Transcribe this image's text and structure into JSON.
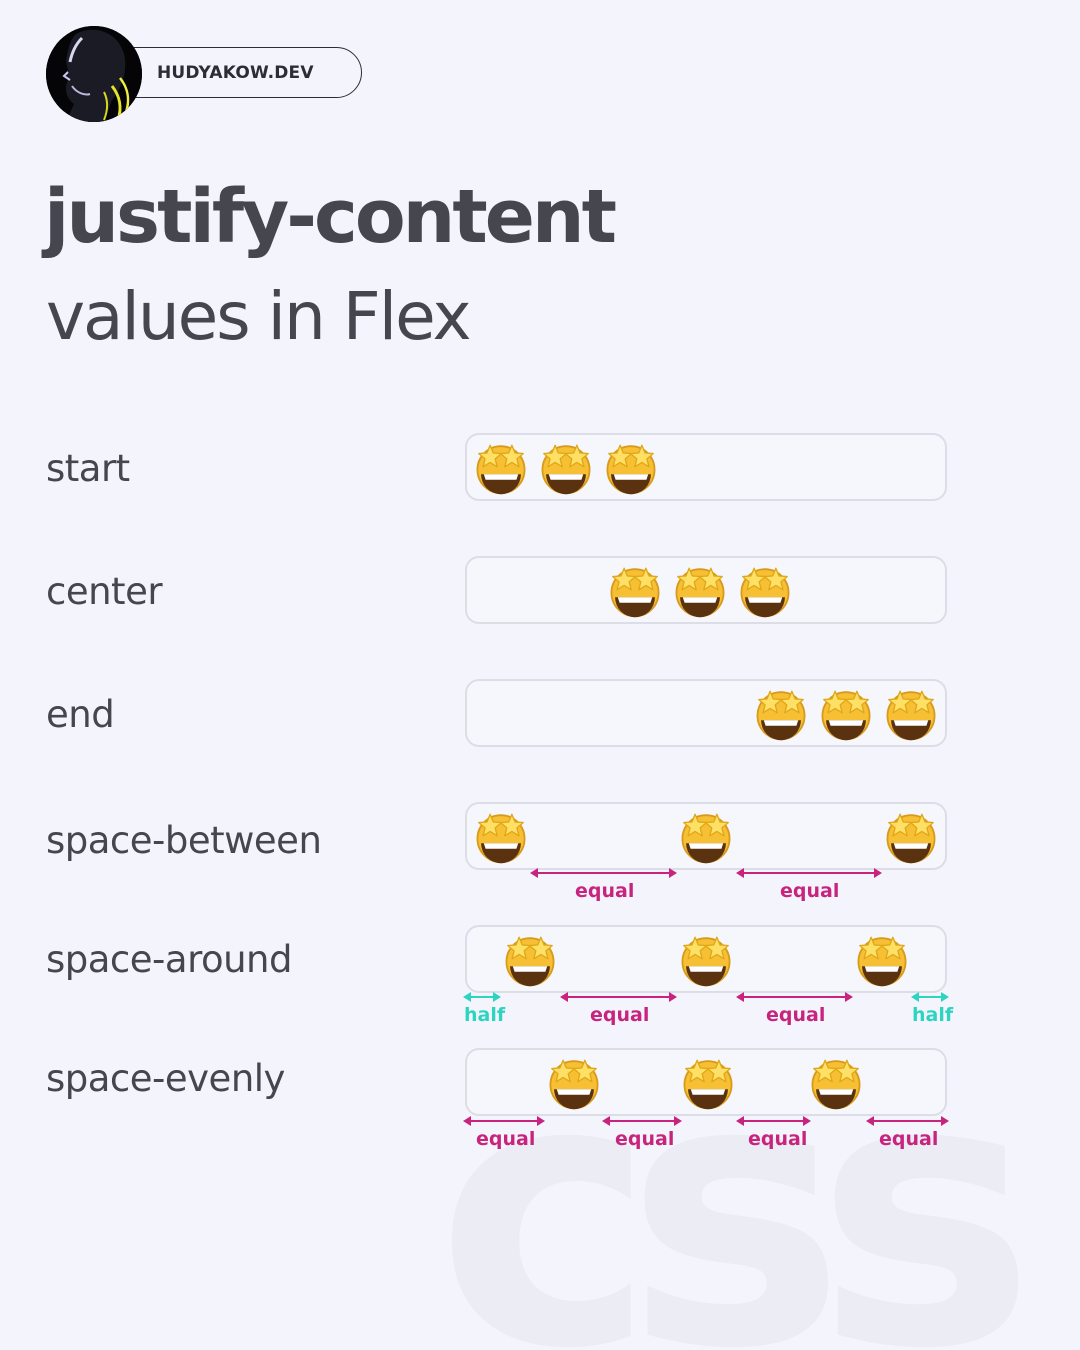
{
  "brand": {
    "handle": "HUDYAKOW.DEV"
  },
  "title": "justify-content",
  "subtitle": "values in Flex",
  "watermark": "css",
  "colors": {
    "background": "#f4f5fc",
    "text": "#46464f",
    "equal_marker": "#c8247e",
    "half_marker": "#2fd4c0"
  },
  "rows": [
    {
      "label": "start"
    },
    {
      "label": "center"
    },
    {
      "label": "end"
    },
    {
      "label": "space-between",
      "annotations": [
        "equal",
        "equal"
      ]
    },
    {
      "label": "space-around",
      "annotations": [
        "half",
        "equal",
        "equal",
        "half"
      ]
    },
    {
      "label": "space-evenly",
      "annotations": [
        "equal",
        "equal",
        "equal",
        "equal"
      ]
    }
  ]
}
